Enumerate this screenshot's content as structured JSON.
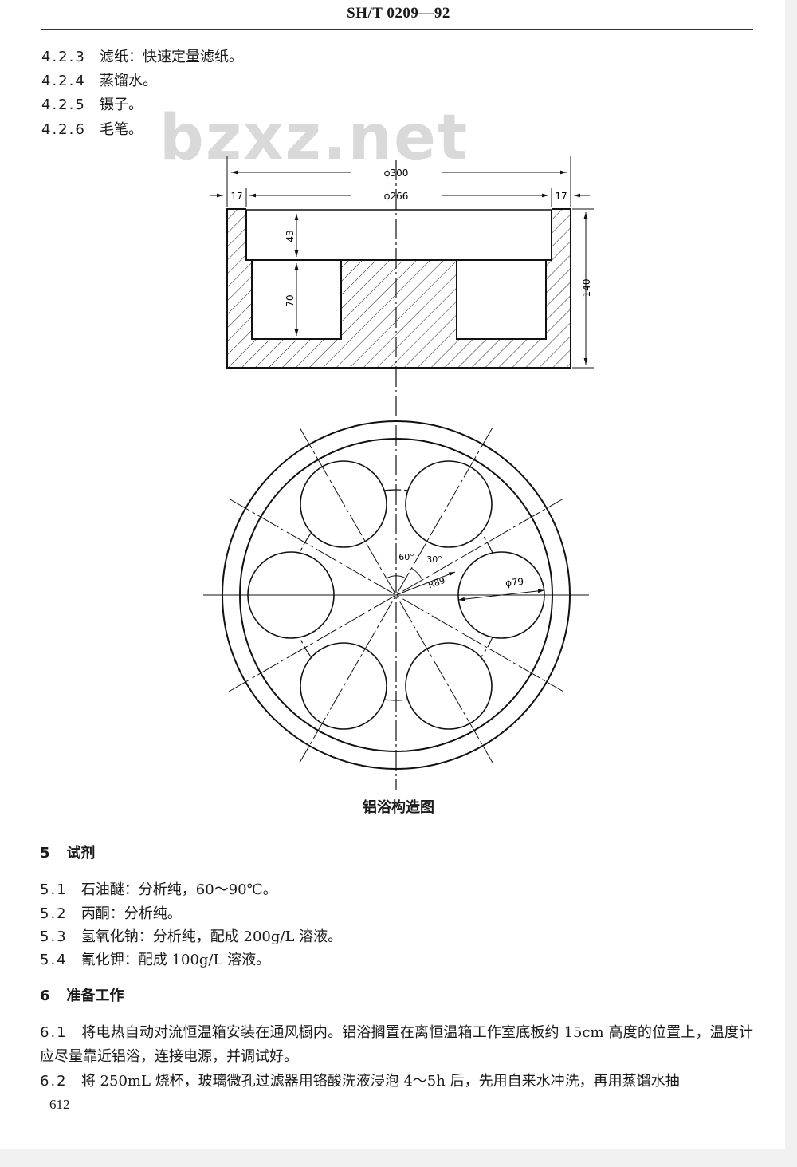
{
  "header": {
    "standard_code": "SH/T 0209—92"
  },
  "watermark": "bzxz.net",
  "items_top": [
    {
      "num": "4.2.3",
      "text": "滤纸：快速定量滤纸。"
    },
    {
      "num": "4.2.4",
      "text": "蒸馏水。"
    },
    {
      "num": "4.2.5",
      "text": "镊子。"
    },
    {
      "num": "4.2.6",
      "text": "毛笔。"
    }
  ],
  "figure": {
    "dims": {
      "outer_dia": "ϕ300",
      "inner_dia": "ϕ266",
      "left_wall": "17",
      "right_wall": "17",
      "recess_depth": "43",
      "hole_depth": "70",
      "height": "140",
      "angle_a": "60°",
      "angle_b": "30°",
      "radius": "R89",
      "hole_dia": "ϕ79"
    },
    "caption": "铝浴构造图"
  },
  "section5": {
    "num": "5",
    "title": "试剂",
    "items": [
      {
        "num": "5.1",
        "text": "石油醚：分析纯，60～90℃。"
      },
      {
        "num": "5.2",
        "text": "丙酮：分析纯。"
      },
      {
        "num": "5.3",
        "text": "氢氧化钠：分析纯，配成 200g/L 溶液。"
      },
      {
        "num": "5.4",
        "text": "氰化钾：配成 100g/L 溶液。"
      }
    ]
  },
  "section6": {
    "num": "6",
    "title": "准备工作",
    "items": [
      {
        "num": "6.1",
        "text": "将电热自动对流恒温箱安装在通风橱内。铝浴搁置在离恒温箱工作室底板约 15cm 高度的位置上，温度计应尽量靠近铝浴，连接电源，并调试好。"
      },
      {
        "num": "6.2",
        "text": "将 250mL 烧杯，玻璃微孔过滤器用铬酸洗液浸泡 4～5h 后，先用自来水冲洗，再用蒸馏水抽"
      }
    ]
  },
  "footer": {
    "page_number": "612"
  }
}
